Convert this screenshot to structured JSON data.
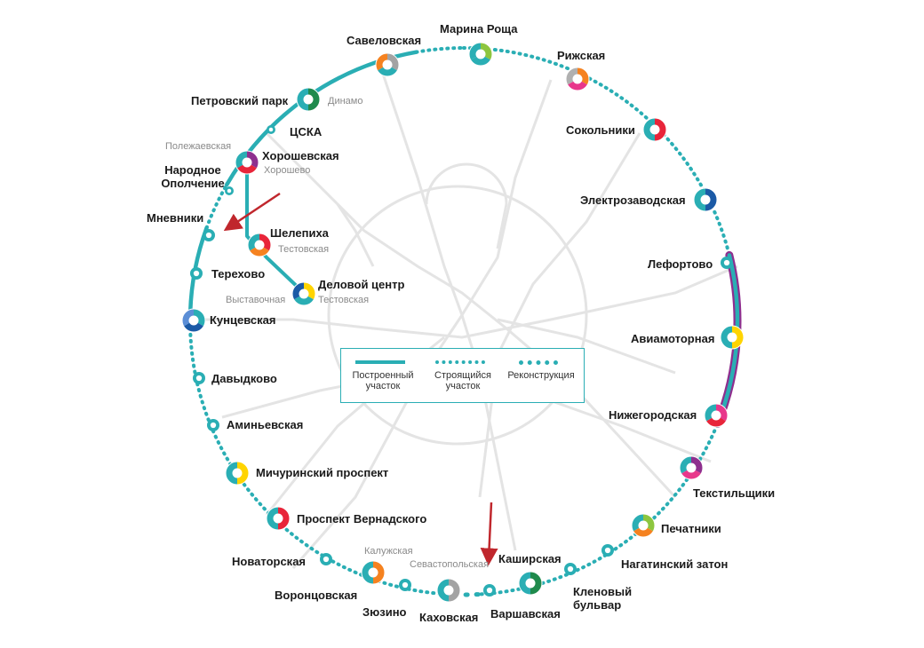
{
  "stations": [
    {
      "id": "marina-roshcha",
      "name": "Марина Роща",
      "type": "transfer",
      "colors": [
        "#8dc63f",
        "#2aaeb4",
        "#2aaeb4"
      ]
    },
    {
      "id": "rizhskaya",
      "name": "Рижская",
      "type": "transfer",
      "colors": [
        "#f58220",
        "#e8378b",
        "#b0b0b0"
      ]
    },
    {
      "id": "sokolniki",
      "name": "Сокольники",
      "type": "transfer",
      "colors": [
        "#2aaeb4",
        "#e8253a"
      ]
    },
    {
      "id": "elektrozavodskaya",
      "name": "Электрозаводская",
      "type": "transfer",
      "colors": [
        "#2aaeb4",
        "#1b5aa6"
      ]
    },
    {
      "id": "lefortovo",
      "name": "Лефортово",
      "type": "simple"
    },
    {
      "id": "aviamotornaya",
      "name": "Авиамоторная",
      "type": "transfer",
      "colors": [
        "#2aaeb4",
        "#ffd400"
      ]
    },
    {
      "id": "nizhegorodskaya",
      "name": "Нижегородская",
      "type": "transfer",
      "colors": [
        "#e8378b",
        "#e8253a",
        "#2aaeb4"
      ]
    },
    {
      "id": "tekstilshchiki",
      "name": "Текстильщики",
      "type": "transfer",
      "colors": [
        "#8e2f8e",
        "#e8378b",
        "#2aaeb4"
      ]
    },
    {
      "id": "pechatniki",
      "name": "Печатники",
      "type": "transfer",
      "colors": [
        "#8dc63f",
        "#f58220",
        "#2aaeb4"
      ]
    },
    {
      "id": "nagatinsky-zaton",
      "name": "Нагатинский затон",
      "type": "simple"
    },
    {
      "id": "klenovy-bulvar",
      "name": "Кленовый бульвар",
      "type": "simple"
    },
    {
      "id": "kashirskaya",
      "name": "Каширская",
      "type": "transfer",
      "colors": [
        "#2aaeb4",
        "#1f8a4c"
      ]
    },
    {
      "id": "varshavskaya",
      "name": "Варшавская",
      "type": "simple"
    },
    {
      "id": "kakhovskaya",
      "name": "Каховская",
      "type": "transfer",
      "colors": [
        "#2aaeb4",
        "#a3a3a3"
      ]
    },
    {
      "id": "zyuzino",
      "name": "Зюзино",
      "type": "simple"
    },
    {
      "id": "vorontsovskaya",
      "name": "Воронцовская",
      "type": "transfer",
      "colors": [
        "#2aaeb4",
        "#f58220"
      ]
    },
    {
      "id": "novatorskaya",
      "name": "Новаторская",
      "type": "simple"
    },
    {
      "id": "prospekt-vernadskogo",
      "name": "Проспект Вернадского",
      "type": "transfer",
      "colors": [
        "#2aaeb4",
        "#e8253a"
      ]
    },
    {
      "id": "michurinsky-prospekt",
      "name": "Мичуринский проспект",
      "type": "transfer",
      "colors": [
        "#2aaeb4",
        "#ffd400"
      ]
    },
    {
      "id": "aminyevskaya",
      "name": "Аминьевская",
      "type": "simple"
    },
    {
      "id": "davydkovo",
      "name": "Давыдково",
      "type": "simple"
    },
    {
      "id": "kuntsevskaya",
      "name": "Кунцевская",
      "type": "transfer",
      "colors": [
        "#2aaeb4",
        "#1b5aa6",
        "#5b8ed6"
      ]
    },
    {
      "id": "terekhovo",
      "name": "Терехово",
      "type": "simple"
    },
    {
      "id": "mnevniki",
      "name": "Мневники",
      "type": "simple"
    },
    {
      "id": "narodnoe-opolchenie",
      "name": "Народное Ополчение",
      "type": "simple"
    },
    {
      "id": "khoroshevskaya",
      "name": "Хорошевская",
      "type": "transfer",
      "colors": [
        "#8e2f8e",
        "#e8253a",
        "#2aaeb4"
      ]
    },
    {
      "id": "tsska",
      "name": "ЦСКА",
      "type": "simple"
    },
    {
      "id": "petrovsky-park",
      "name": "Петровский парк",
      "type": "transfer",
      "colors": [
        "#2aaeb4",
        "#1f8a4c"
      ]
    },
    {
      "id": "savelovskaya",
      "name": "Савеловская",
      "type": "transfer",
      "colors": [
        "#a3a3a3",
        "#2aaeb4",
        "#f58220"
      ]
    },
    {
      "id": "shelepikha",
      "name": "Шелепиха",
      "type": "transfer",
      "colors": [
        "#e8253a",
        "#f58220",
        "#2aaeb4"
      ]
    },
    {
      "id": "delovoy-tsentr",
      "name": "Деловой центр",
      "type": "transfer",
      "colors": [
        "#ffd400",
        "#2aaeb4",
        "#1b5aa6"
      ]
    }
  ],
  "transfer_names": {
    "dinamo": "Динамо",
    "polezhaevskaya": "Полежаевская",
    "khoroshevo": "Хорошево",
    "testovskaya_1": "Тестовская",
    "vystavochnaya": "Выставочная",
    "testovskaya_2": "Тестовская",
    "kaluzhskaya": "Калужская",
    "sevastopolskaya": "Севастопольская"
  },
  "legend": {
    "built": "Построенный участок",
    "under_construction": "Строящийся участок",
    "reconstruction": "Реконструкция"
  },
  "colors": {
    "line": "#2aaeb4",
    "line_dotted": "#2aaeb4",
    "overlay_purple": "#8e2f8e",
    "arrow": "#c0272d",
    "background_network": "#e6e6e6"
  }
}
